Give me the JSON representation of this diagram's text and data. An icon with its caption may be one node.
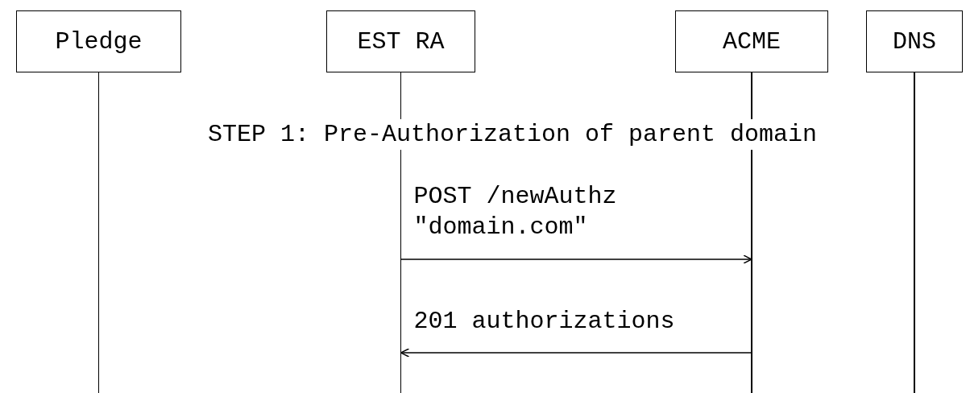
{
  "diagram": {
    "nodes": [
      {
        "text": [
          "Pledge"
        ]
      },
      {
        "text": [
          "EST RA"
        ]
      },
      {
        "text": [
          "ACME"
        ]
      },
      {
        "text": [
          "DNS"
        ]
      }
    ],
    "edges": [
      {
        "from": 1,
        "to": 2,
        "arrow": "to",
        "label": "POST /newAuthz \"domain.com\""
      },
      {
        "from": 2,
        "to": 1,
        "arrow": "to",
        "label": "201 authorizations"
      }
    ],
    "labels": [
      "STEP 1: Pre-Authorization of parent domain"
    ]
  }
}
